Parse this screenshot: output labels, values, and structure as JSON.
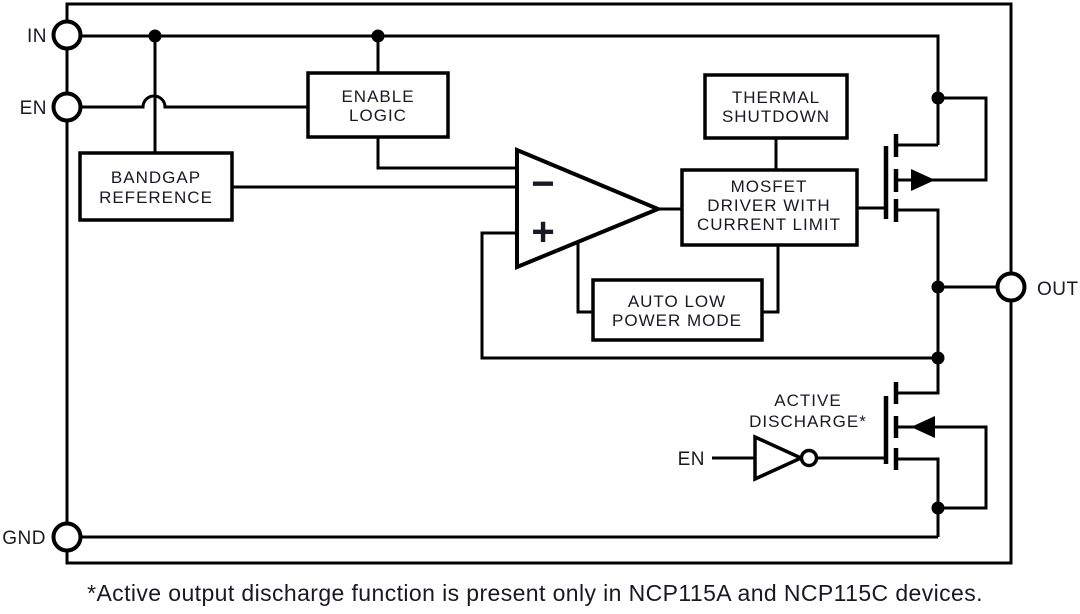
{
  "pins": {
    "in": "IN",
    "en": "EN",
    "gnd": "GND",
    "out": "OUT"
  },
  "inverter": {
    "label": "EN"
  },
  "blocks": {
    "enable_logic": {
      "lines": [
        "ENABLE",
        "LOGIC"
      ]
    },
    "bandgap_reference": {
      "lines": [
        "BANDGAP",
        "REFERENCE"
      ]
    },
    "thermal_shutdown": {
      "lines": [
        "THERMAL",
        "SHUTDOWN"
      ]
    },
    "mosfet_driver": {
      "lines": [
        "MOSFET",
        "DRIVER WITH",
        "CURRENT LIMIT"
      ]
    },
    "auto_low_power": {
      "lines": [
        "AUTO LOW",
        "POWER MODE"
      ]
    },
    "active_discharge": {
      "lines": [
        "ACTIVE",
        "DISCHARGE*"
      ]
    }
  },
  "opamp": {
    "minus": "−",
    "plus": "+"
  },
  "footnote": "*Active output discharge function is present only in NCP115A and NCP115C devices.",
  "colors": {
    "line": "#000000",
    "text": "#191922",
    "background": "#ffffff"
  }
}
